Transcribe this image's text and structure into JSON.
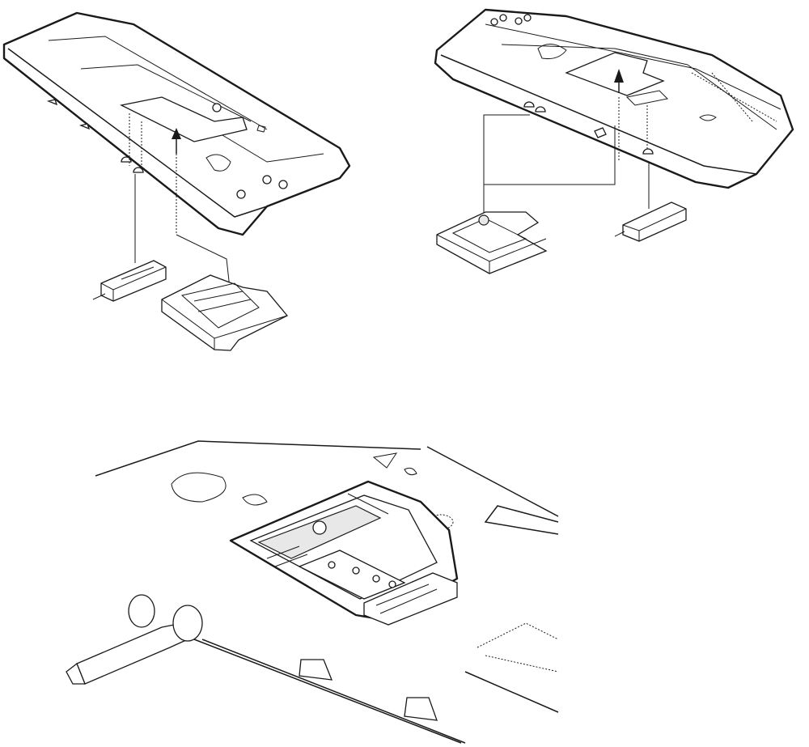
{
  "figure": {
    "panels": [
      "left-wing-exploded-view",
      "right-wing-exploded-view",
      "wing-bay-detail-view"
    ],
    "line_color": "#1a1a1a",
    "background": "#ffffff"
  }
}
